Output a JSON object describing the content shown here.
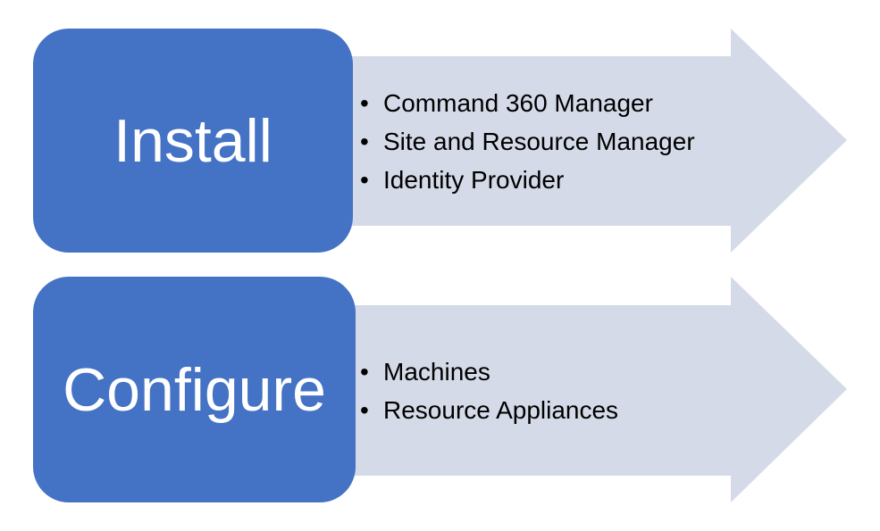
{
  "diagram": {
    "type": "process-smartart",
    "bullet_glyph": "•",
    "rows": [
      {
        "stage": "Install",
        "items": [
          "Command 360 Manager",
          "Site and Resource Manager",
          "Identity Provider"
        ]
      },
      {
        "stage": "Configure",
        "items": [
          "Machines",
          "Resource Appliances"
        ]
      }
    ]
  },
  "colors": {
    "stage_fill": "#4472C4",
    "stage_text": "#FFFFFF",
    "arrow_fill": "#D5DAE8",
    "item_text": "#000000",
    "background": "#FFFFFF"
  }
}
